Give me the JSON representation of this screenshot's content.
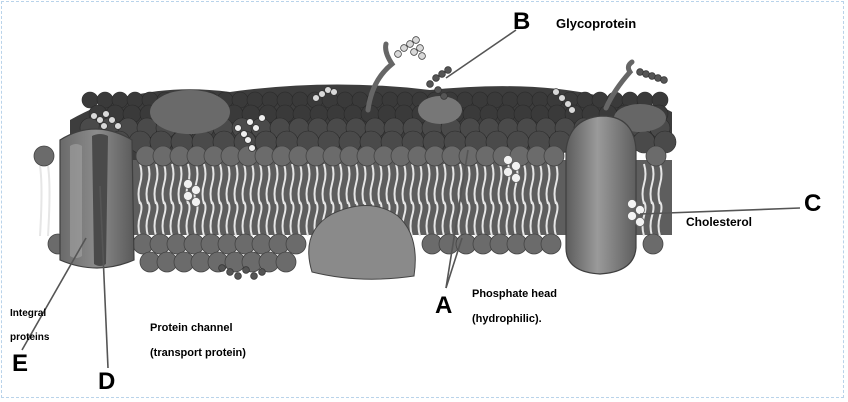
{
  "labels": {
    "B": {
      "letter": "B",
      "text": "Glycoprotein"
    },
    "C": {
      "letter": "C",
      "text": "Cholesterol"
    },
    "A": {
      "letter": "A",
      "line1": "Phosphate head",
      "line2": "(hydrophilic)."
    },
    "D": {
      "letter": "D",
      "line1": "Protein channel",
      "line2": "(transport protein)"
    },
    "E": {
      "letter": "E",
      "line1": "Integral",
      "line2": "proteins"
    }
  },
  "colors": {
    "head": "#6b6b6b",
    "head_dark": "#444444",
    "tail": "#e6e6e6",
    "protein": "#7e7e7e",
    "protein_dark": "#5a5a5a",
    "sugar": "#555555",
    "sugar_light": "#d9d9d9",
    "pointer": "#555555"
  }
}
